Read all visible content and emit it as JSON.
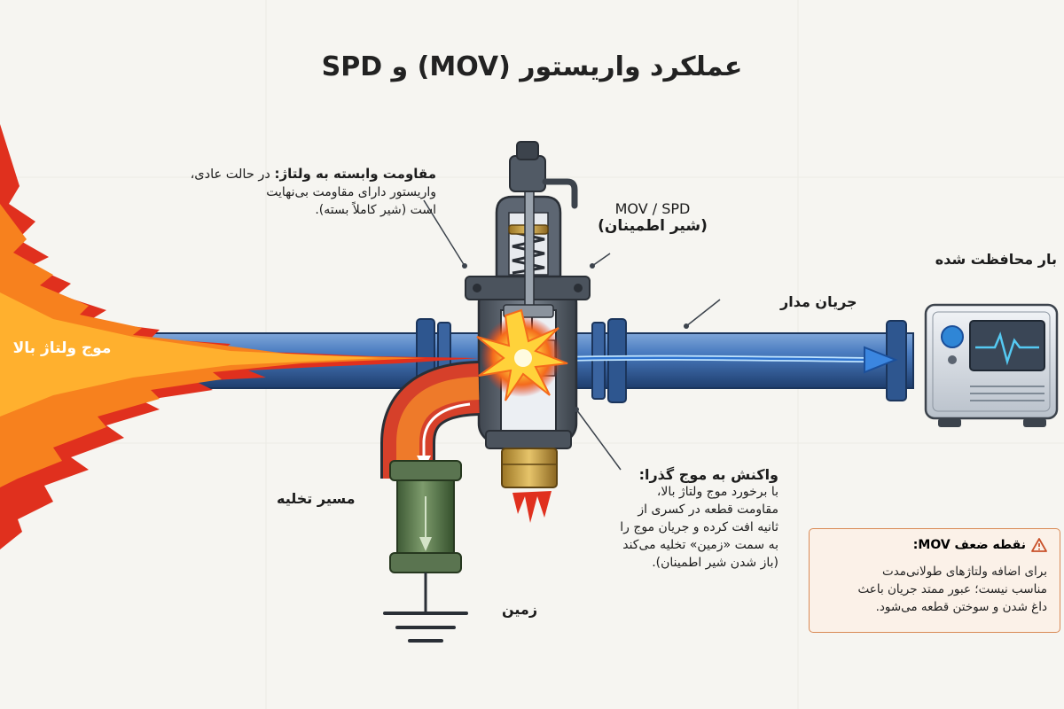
{
  "title": "عملکرد واریستور (MOV) و SPD",
  "labels": {
    "surge": "موج ولتاژ بالا",
    "vdr_title": "مقاومت وابسته به ولتاژ:",
    "vdr_line1": "در حالت عادی،",
    "vdr_line2": "واریستور دارای مقاومت بی‌نهایت",
    "vdr_line3": "است (شیر کاملاً بسته).",
    "mov_spd": "MOV / SPD",
    "safety_valve": "(شیر اطمینان)",
    "protected_load": "بار محافظت شده",
    "circuit_current": "جریان مدار",
    "discharge_path": "مسیر تخلیه",
    "ground": "زمین",
    "reaction_title": "واکنش به موج گذرا:",
    "reaction_lines": [
      "با برخورد موج ولتاژ بالا،",
      "مقاومت قطعه در کسری از",
      "ثانیه افت کرده و جریان موج را",
      "به سمت «زمین» تخلیه می‌کند",
      "(باز شدن شیر اطمینان)."
    ],
    "weakness_title": "نقطه ضعف MOV:",
    "weakness_lines": [
      "برای اضافه ولتاژهای طولانی‌مدت",
      "مناسب نیست؛ عبور ممتد جریان باعث",
      "داغ شدن و سوختن قطعه می‌شود."
    ]
  },
  "icons": [
    "warning-icon",
    "ground-symbol-icon",
    "monitor-device-icon",
    "arrow-icon"
  ],
  "colors": {
    "pipe_blue": "#3d6fb0",
    "pipe_dark": "#1f3f6e",
    "valve_gray": "#5b6470",
    "fire_red": "#e0301e",
    "fire_orange": "#f7811e",
    "discharge_green": "#5f7f52",
    "warning_border": "#d98a55",
    "background": "#f6f5f1"
  }
}
